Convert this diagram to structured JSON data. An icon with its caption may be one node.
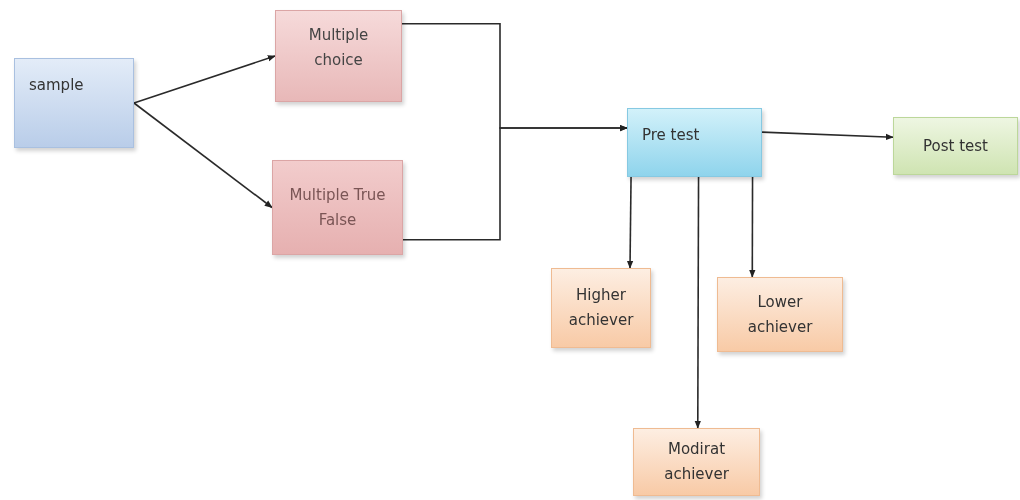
{
  "diagram": {
    "nodes": [
      {
        "text": [
          "sample"
        ]
      },
      {
        "text": [
          "Multiple choice"
        ]
      },
      {
        "text": [
          "Multiple True False"
        ]
      },
      {
        "text": [
          "Pre test"
        ]
      },
      {
        "text": [
          "Post test"
        ]
      },
      {
        "text": [
          "Higher achiever"
        ]
      },
      {
        "text": [
          "Lower achiever"
        ]
      },
      {
        "text": [
          "Modirat achiever"
        ]
      }
    ],
    "edges": [
      {
        "from": 0,
        "to": 1,
        "arrow": "to"
      },
      {
        "from": 0,
        "to": 2,
        "arrow": "to"
      },
      {
        "from": 1,
        "to": 3,
        "arrow": "to"
      },
      {
        "from": 2,
        "to": 3,
        "arrow": "to"
      },
      {
        "from": 3,
        "to": 4,
        "arrow": "to"
      },
      {
        "from": 3,
        "to": 5,
        "arrow": "to"
      },
      {
        "from": 3,
        "to": 6,
        "arrow": "to"
      },
      {
        "from": 3,
        "to": 7,
        "arrow": "to"
      }
    ]
  }
}
